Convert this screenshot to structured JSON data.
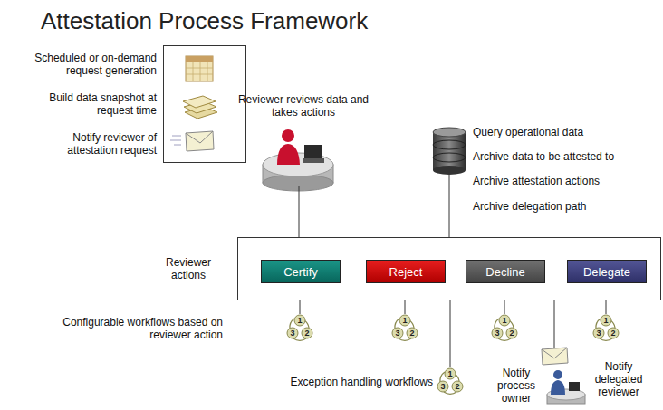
{
  "diagram": {
    "title": "Attestation Process Framework",
    "nodes": [
      {
        "text": [
          "Scheduled or on-demand request generation",
          "Build data snapshot at request time",
          "Notify reviewer of attestation request"
        ]
      },
      {
        "text": [
          "Reviewer actions"
        ]
      },
      {
        "text": [
          "Certify"
        ],
        "in": 1
      },
      {
        "text": [
          "Reject"
        ],
        "in": 1
      },
      {
        "text": [
          "Decline"
        ],
        "in": 1
      },
      {
        "text": [
          "Delegate"
        ],
        "in": 1
      }
    ],
    "labels": [
      "Reviewer reviews data and takes actions",
      "Query operational data",
      "Archive data to be attested to",
      "Archive attestation actions",
      "Archive delegation path",
      "Configurable workflows based on reviewer action",
      "Notify process owner",
      "Notify delegated reviewer",
      "Exception handling workflows",
      "1",
      "2",
      "3",
      "1",
      "2",
      "3",
      "1",
      "2",
      "3",
      "1",
      "2",
      "3",
      "1",
      "2",
      "3"
    ]
  }
}
